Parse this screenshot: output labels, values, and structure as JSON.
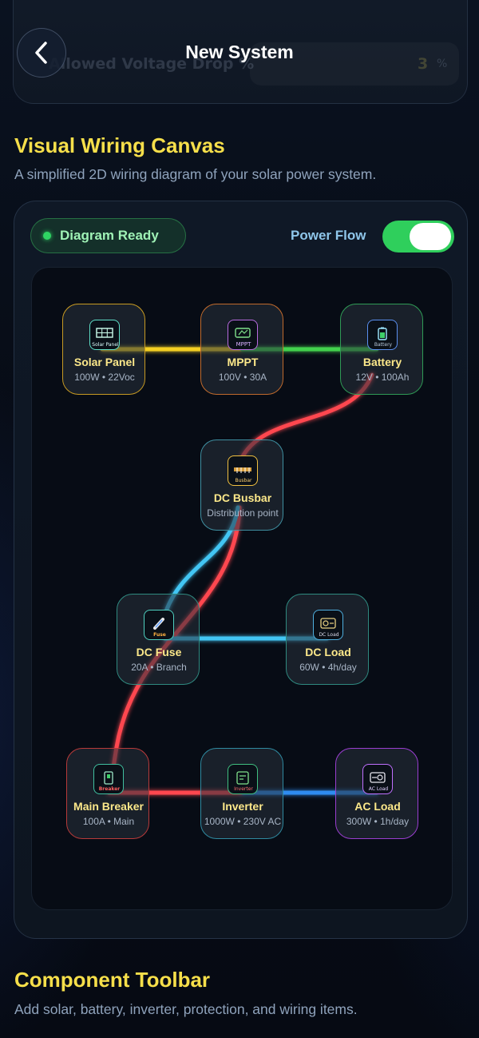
{
  "header": {
    "title": "New System",
    "behind_label": "Allowed Voltage Drop %",
    "behind_value": "3",
    "behind_unit": "%"
  },
  "canvas_section": {
    "title": "Visual Wiring Canvas",
    "subtitle": "A simplified 2D wiring diagram of your solar power system.",
    "status": "Diagram Ready",
    "flow_label": "Power Flow",
    "flow_enabled": true
  },
  "nodes": {
    "solar_panel": {
      "title": "Solar Panel",
      "spec": "100W • 22Voc",
      "tag": "Solar Panel",
      "color": "#e0b52c"
    },
    "mppt": {
      "title": "MPPT",
      "spec": "100V • 30A",
      "tag": "MPPT",
      "color": "#e0863a"
    },
    "battery": {
      "title": "Battery",
      "spec": "12V • 100Ah",
      "tag": "Battery",
      "color": "#3fbf6a"
    },
    "dc_busbar": {
      "title": "DC Busbar",
      "spec": "Distribution point",
      "tag": "Busbar",
      "color": "#4fb6c0"
    },
    "dc_fuse": {
      "title": "DC Fuse",
      "spec": "20A • Branch",
      "tag": "Fuse",
      "color": "#3fa89a"
    },
    "dc_load": {
      "title": "DC Load",
      "spec": "60W • 4h/day",
      "tag": "DC Load",
      "color": "#3fa89a"
    },
    "main_breaker": {
      "title": "Main Breaker",
      "spec": "100A • Main",
      "tag": "Breaker",
      "color": "#e04848"
    },
    "inverter": {
      "title": "Inverter",
      "spec": "1000W • 230V AC",
      "tag": "Inverter",
      "color": "#3faabf"
    },
    "ac_load": {
      "title": "AC Load",
      "spec": "300W • 1h/day",
      "tag": "AC Load",
      "color": "#b04ee0"
    }
  },
  "wire_colors": {
    "solar_to_mppt": "#f4d020",
    "mppt_to_battery": "#43d24e",
    "battery_positive": "#ff4650",
    "dc_branch": "#43c6f4",
    "ac_line": "#2f8cf0"
  },
  "toolbar_section": {
    "title": "Component Toolbar",
    "subtitle": "Add solar, battery, inverter, protection, and wiring items."
  }
}
